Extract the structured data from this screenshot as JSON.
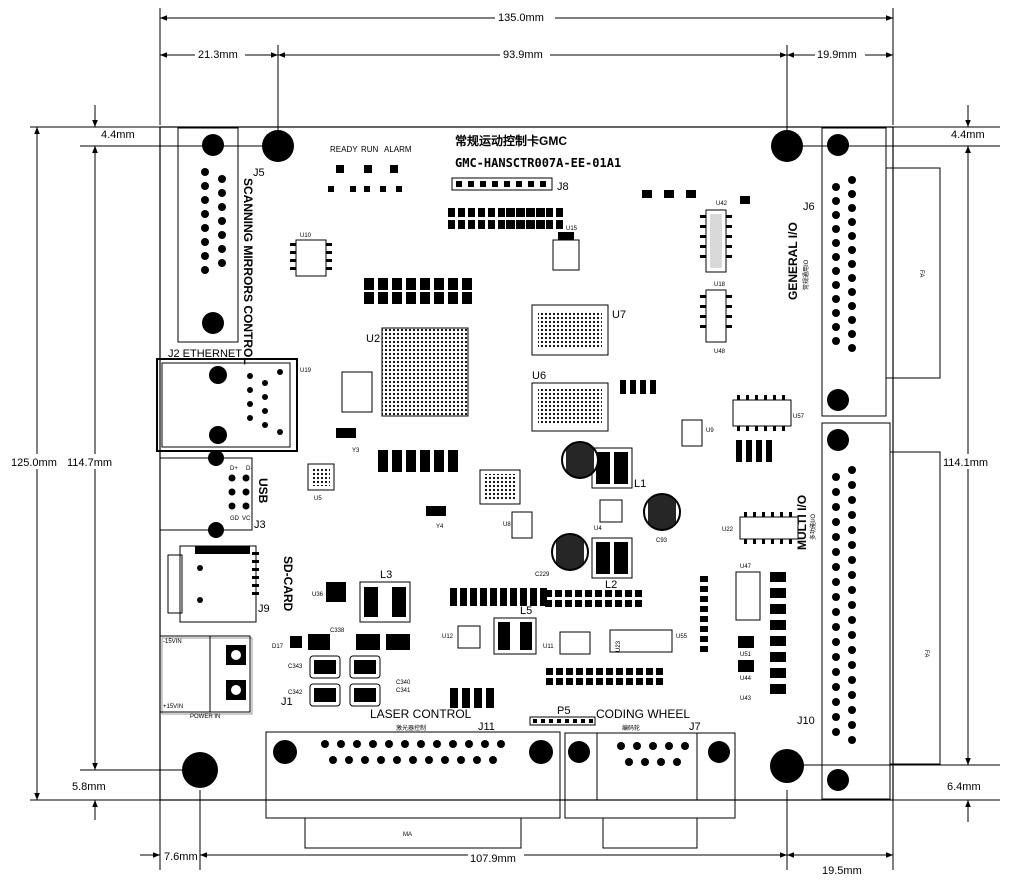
{
  "dimensions": {
    "width_total": "135.0mm",
    "left_offset": "21.3mm",
    "mid_span": "93.9mm",
    "right_offset": "19.9mm",
    "top_left_margin": "4.4mm",
    "top_right_margin": "4.4mm",
    "height_total": "125.0mm",
    "height_left": "114.7mm",
    "height_right": "114.1mm",
    "bottom_left_margin": "5.8mm",
    "bottom_right_margin": "6.4mm",
    "bottom_left_offset": "7.6mm",
    "bottom_span": "107.9mm",
    "bottom_right_offset": "19.5mm"
  },
  "board": {
    "title_cn": "常规运动控制卡GMC",
    "model": "GMC-HANSCTR007A-EE-01A1"
  },
  "connectors": {
    "j5": "J5",
    "j5_label": "SCANNING MIRRORS CONTROL",
    "j2": "J2 ETHERNET",
    "j3": "J3",
    "usb": "USB",
    "j9": "J9",
    "sd": "SD-CARD",
    "j1": "J1",
    "power_in": "POWER IN",
    "plus15": "+15VIN",
    "minus15": "-15VIN",
    "j11": "J11",
    "laser": "LASER CONTROL",
    "laser_cn": "激光器控制",
    "p5": "P5",
    "coding": "CODING WHEEL",
    "coding_cn": "编码轮",
    "j7": "J7",
    "j10": "J10",
    "multi": "MULTI I/O",
    "multi_cn": "多功能I/O",
    "j6": "J6",
    "general": "GENERAL I/O",
    "general_cn": "常规通用IO",
    "j8": "J8"
  },
  "leds": {
    "ready": "READY",
    "run": "RUN",
    "alarm": "ALARM"
  },
  "chips": {
    "u2": "U2",
    "u6": "U6",
    "u7": "U7",
    "u10": "U10",
    "u15": "U15",
    "u42": "U42",
    "u18": "U18",
    "u48": "U48",
    "u57": "U57",
    "u22": "U22",
    "u47": "U47",
    "u36": "U36",
    "u12": "U12",
    "u11": "U11",
    "u23": "U23",
    "u55": "U55",
    "u44": "U44",
    "u51": "U51",
    "u43": "U43",
    "u5": "U5",
    "u8": "U8",
    "u4": "U4",
    "u9": "U9",
    "u19": "U19",
    "l1": "L1",
    "l2": "L2",
    "l3": "L3",
    "l5": "L5",
    "y3": "Y3",
    "y4": "Y4",
    "c93": "C93",
    "c338": "C338",
    "c343": "C343",
    "c342": "C342",
    "c340": "C340",
    "c341": "C341",
    "d17": "D17",
    "c229": "C229"
  },
  "side": {
    "fa": "FA",
    "ma": "MA"
  }
}
